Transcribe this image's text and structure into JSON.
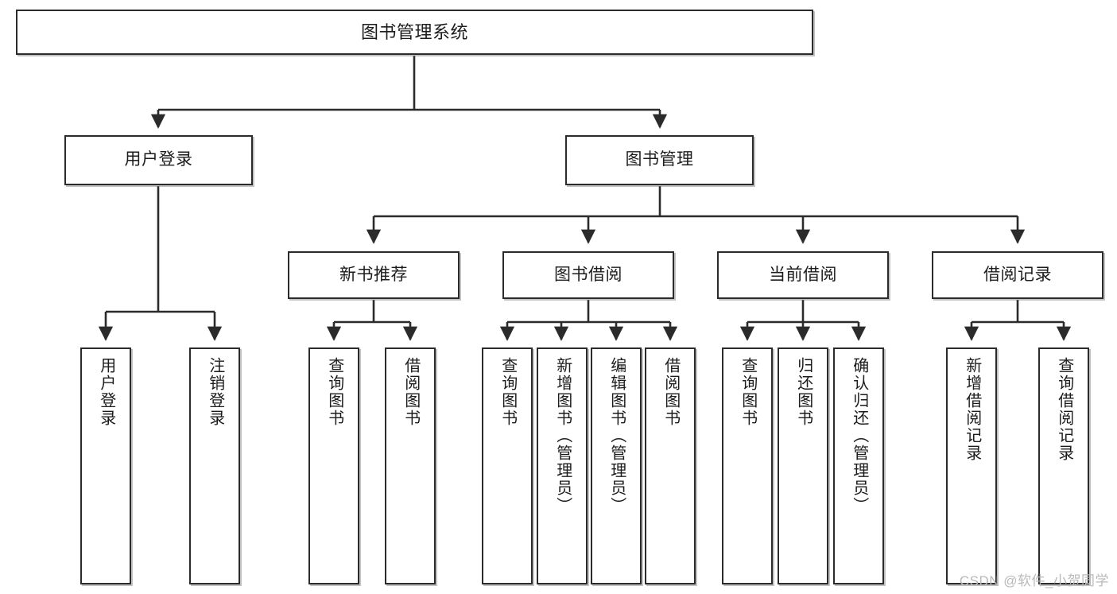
{
  "diagram": {
    "title": "图书管理系统",
    "type": "tree-hierarchy-chart",
    "colors": {
      "box_border": "#2b2b2b",
      "box_fill": "#ffffff",
      "edge": "#2b2b2b",
      "text": "#1c1c1c",
      "watermark": "#b9b9b9",
      "background": "#ffffff"
    }
  },
  "root": {
    "label": "图书管理系统"
  },
  "level2": [
    {
      "label": "用户登录"
    },
    {
      "label": "图书管理"
    }
  ],
  "level3": [
    {
      "label": "新书推荐"
    },
    {
      "label": "图书借阅"
    },
    {
      "label": "当前借阅"
    },
    {
      "label": "借阅记录"
    }
  ],
  "leaves": {
    "user_login": [
      {
        "label": "用户登录"
      },
      {
        "label": "注销登录"
      }
    ],
    "new_book_recommend": [
      {
        "label": "查询图书"
      },
      {
        "label": "借阅图书"
      }
    ],
    "book_borrow": [
      {
        "label": "查询图书"
      },
      {
        "label": "新增图书（管理员）"
      },
      {
        "label": "编辑图书（管理员）"
      },
      {
        "label": "借阅图书"
      }
    ],
    "current_borrow": [
      {
        "label": "查询图书"
      },
      {
        "label": "归还图书"
      },
      {
        "label": "确认归还（管理员）"
      }
    ],
    "borrow_record": [
      {
        "label": "新增借阅记录"
      },
      {
        "label": "查询借阅记录"
      }
    ]
  },
  "watermark": {
    "text": "CSDN @软件_小贺同学"
  }
}
